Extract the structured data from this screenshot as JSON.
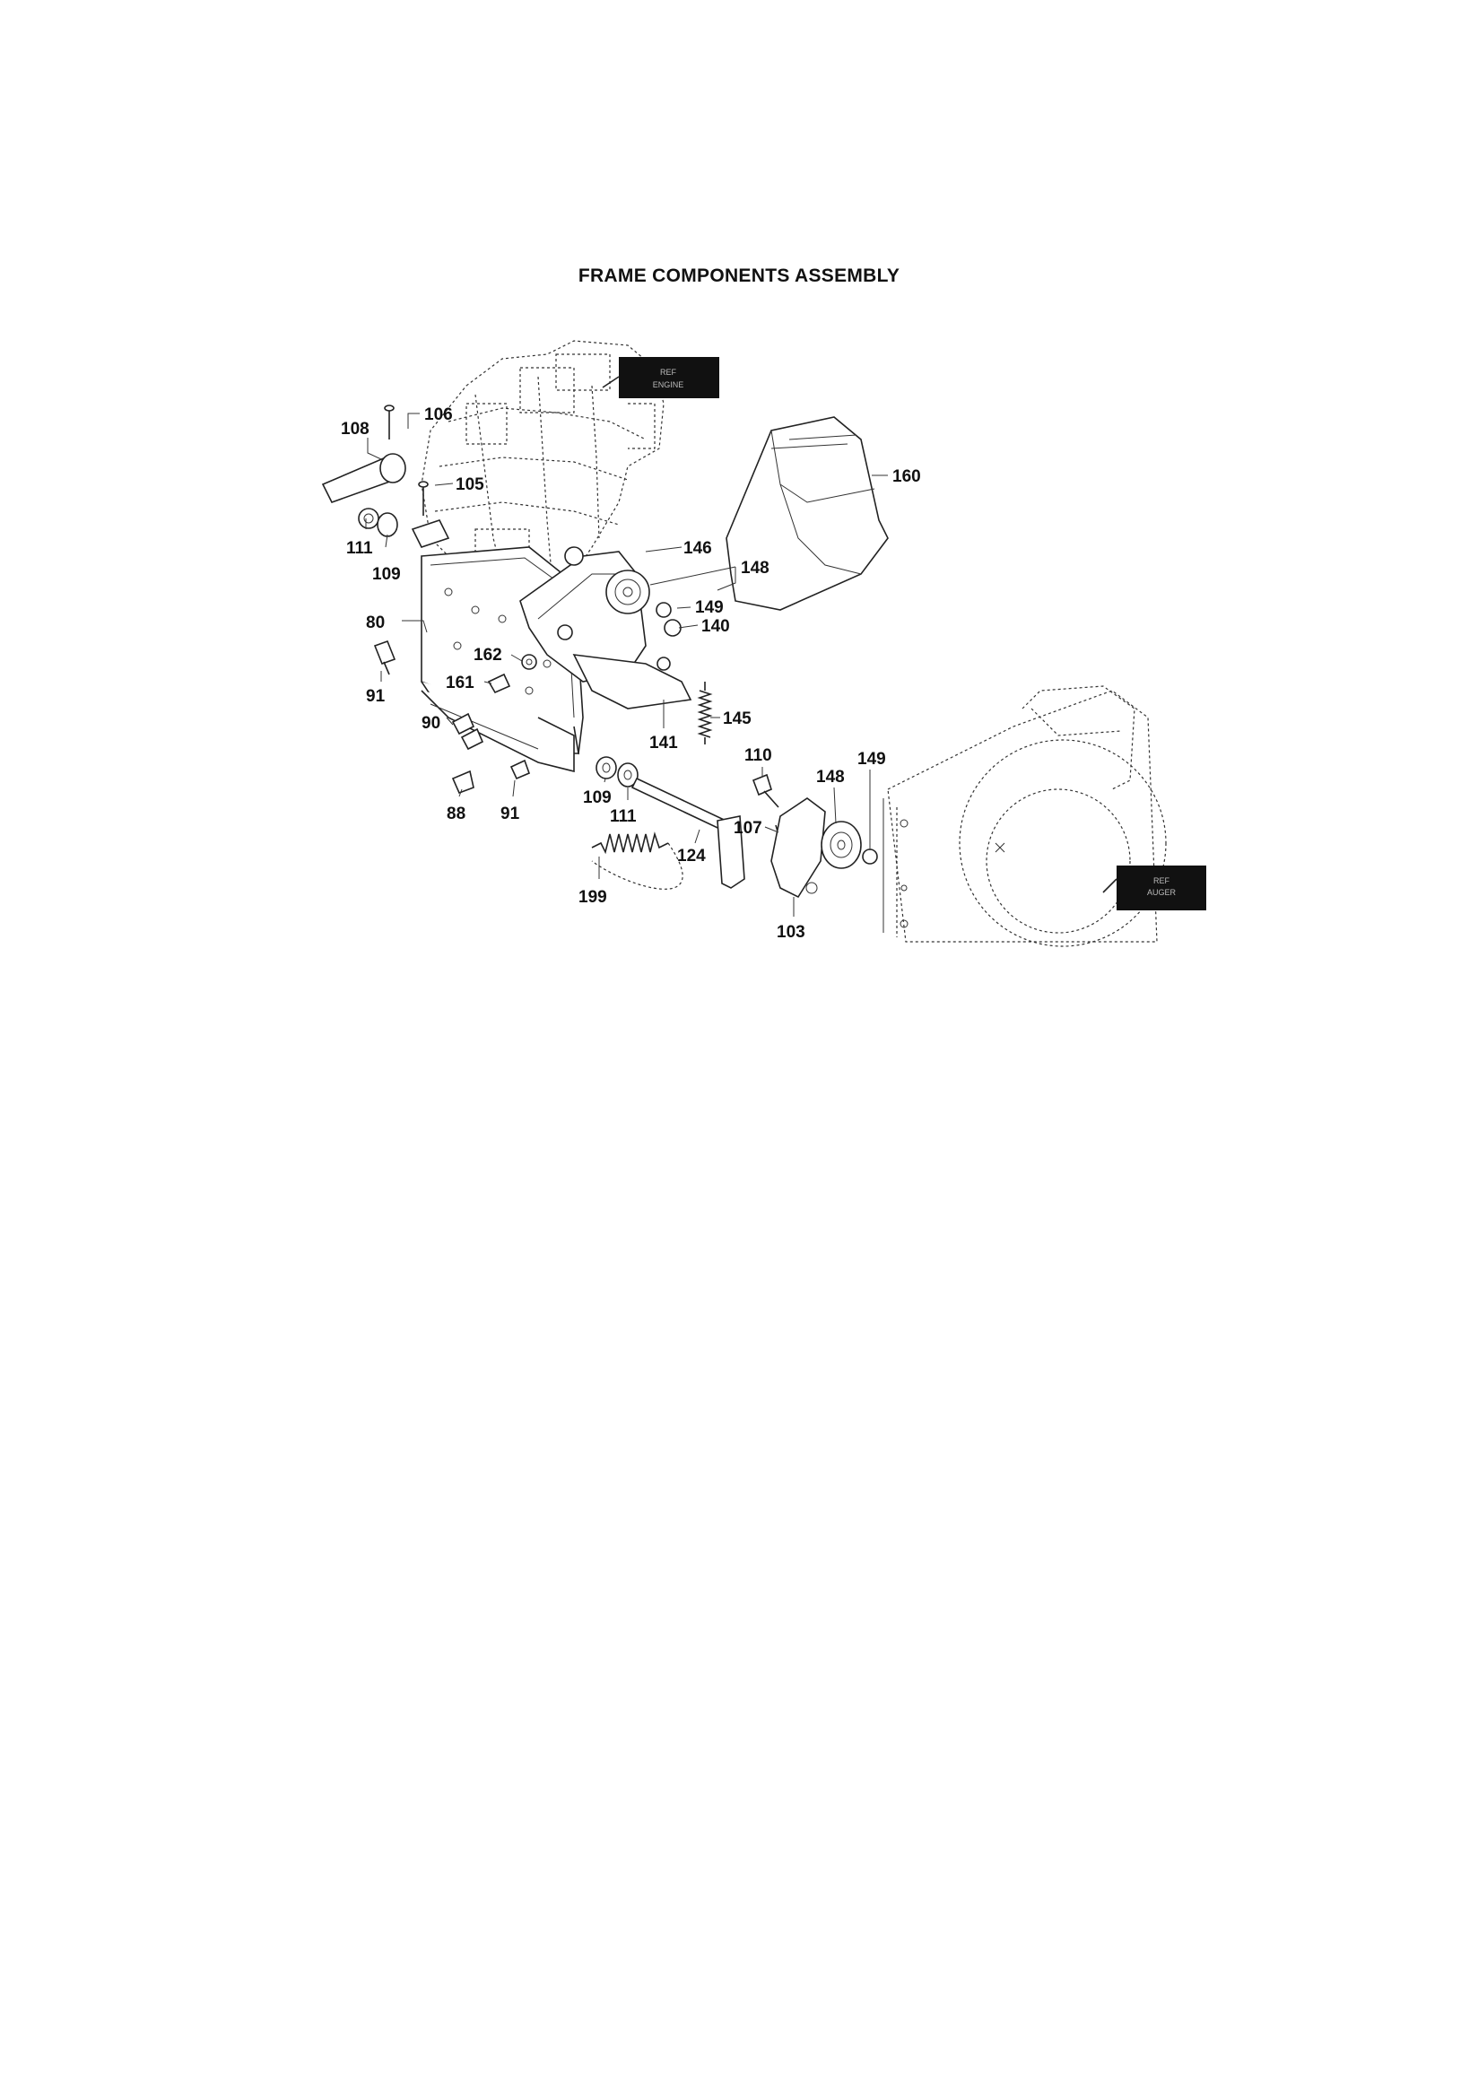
{
  "title": "FRAME COMPONENTS ASSEMBLY",
  "callouts": [
    {
      "id": "c106",
      "label": "106"
    },
    {
      "id": "c108",
      "label": "108"
    },
    {
      "id": "c105",
      "label": "105"
    },
    {
      "id": "c111a",
      "label": "111"
    },
    {
      "id": "c109a",
      "label": "109"
    },
    {
      "id": "c80",
      "label": "80"
    },
    {
      "id": "c91a",
      "label": "91"
    },
    {
      "id": "c162",
      "label": "162"
    },
    {
      "id": "c161",
      "label": "161"
    },
    {
      "id": "c90",
      "label": "90"
    },
    {
      "id": "c88",
      "label": "88"
    },
    {
      "id": "c91b",
      "label": "91"
    },
    {
      "id": "c160",
      "label": "160"
    },
    {
      "id": "c146",
      "label": "146"
    },
    {
      "id": "c148a",
      "label": "148"
    },
    {
      "id": "c149a",
      "label": "149"
    },
    {
      "id": "c140",
      "label": "140"
    },
    {
      "id": "c145",
      "label": "145"
    },
    {
      "id": "c141",
      "label": "141"
    },
    {
      "id": "c110",
      "label": "110"
    },
    {
      "id": "c148b",
      "label": "148"
    },
    {
      "id": "c149b",
      "label": "149"
    },
    {
      "id": "c109b",
      "label": "109"
    },
    {
      "id": "c111b",
      "label": "111"
    },
    {
      "id": "c107",
      "label": "107"
    },
    {
      "id": "c124",
      "label": "124"
    },
    {
      "id": "c199",
      "label": "199"
    },
    {
      "id": "c103",
      "label": "103"
    }
  ]
}
